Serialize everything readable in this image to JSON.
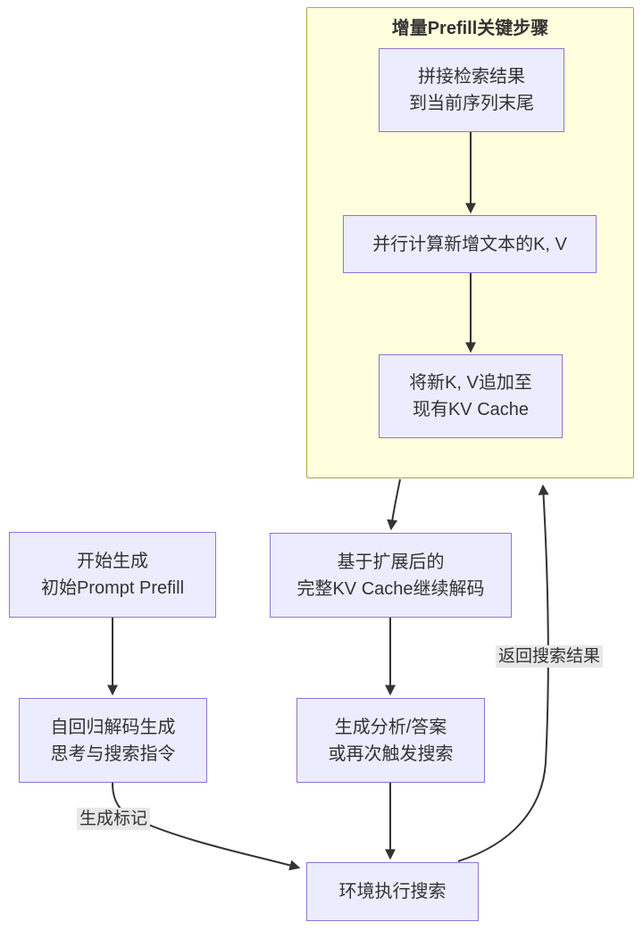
{
  "diagram": {
    "cluster": {
      "title": "增量Prefill关键步骤"
    },
    "nodes": {
      "concat": {
        "line1": "拼接检索结果",
        "line2": "到当前序列末尾"
      },
      "compute_kv": {
        "line1": "并行计算新增文本的K, V"
      },
      "append_kv": {
        "line1": "将新K, V追加至",
        "line2": "现有KV Cache"
      },
      "start_gen": {
        "line1": "开始生成",
        "line2": "初始Prompt Prefill"
      },
      "continue_decode": {
        "line1": "基于扩展后的",
        "line2": "完整KV Cache继续解码"
      },
      "autoregressive": {
        "line1": "自回归解码生成",
        "line2": "思考与搜索指令"
      },
      "gen_analysis": {
        "line1": "生成分析/答案",
        "line2": "或再次触发搜索"
      },
      "env_search": {
        "line1": "环境执行搜索"
      }
    },
    "edge_labels": {
      "gen_token": "生成标记",
      "return_results": "返回搜索结果"
    },
    "colors": {
      "node_fill": "#ECECFF",
      "node_border": "#9370DB",
      "cluster_fill": "#FFFFDE",
      "cluster_border": "#AAAA33",
      "edge_stroke": "#333333",
      "text": "#333333",
      "edge_label_bg": "#E8E8E8"
    }
  }
}
